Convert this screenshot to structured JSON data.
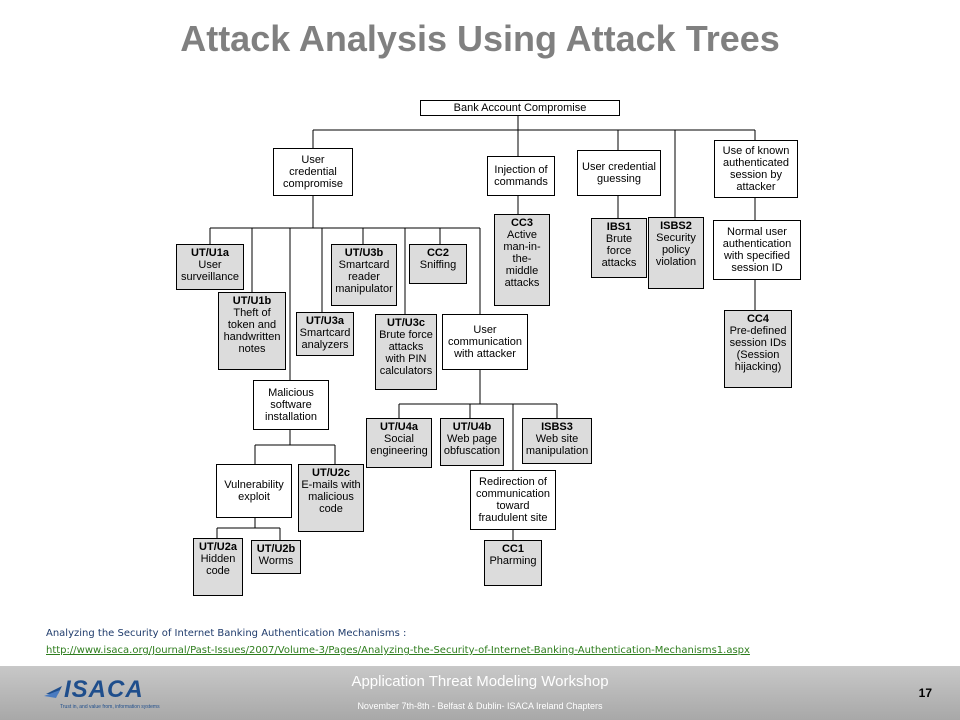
{
  "slide": {
    "title": "Attack Analysis Using Attack Trees",
    "page_number": "17"
  },
  "diagram": {
    "nodes": {
      "root": "Bank Account Compromise",
      "ucc": "User\ncredential\ncompromise",
      "inj": "Injection of\ncommands",
      "ucg": "User credential\nguessing",
      "uka": "Use of known\nauthenticated\nsession by\nattacker",
      "u1a": "UT/U1a\nUser\nsurveillance",
      "u1b": "UT/U1b\nTheft of\ntoken and\nhandwritten\nnotes",
      "u3a": "UT/U3a\nSmartcard\nanalyzers",
      "u3b": "UT/U3b\nSmartcard\nreader\nmanipulator",
      "cc2": "CC2\nSniffing",
      "cc3": "CC3\nActive\nman-in-\nthe-\nmiddle\nattacks",
      "ibs1": "IBS1\nBrute\nforce\nattacks",
      "isbs2": "ISBS2\nSecurity\npolicy\nviolation",
      "nua": "Normal user\nauthentication\nwith specified\nsession ID",
      "cc4": "CC4\nPre-defined\nsession IDs\n(Session\nhijacking)",
      "u3c": "UT/U3c\nBrute force\nattacks\nwith PIN\ncalculators",
      "uca": "User\ncommunication\nwith attacker",
      "mal": "Malicious\nsoftware\ninstallation",
      "u4a": "UT/U4a\nSocial\nengineering",
      "u4b": "UT/U4b\nWeb page\nobfuscation",
      "isbs3": "ISBS3\nWeb site\nmanipulation",
      "vul": "Vulnerability\nexploit",
      "u2c": "UT/U2c\nE-mails with\nmalicious\ncode",
      "red": "Redirection of\ncommunication\ntoward\nfraudulent site",
      "u2a": "UT/U2a\nHidden\ncode",
      "u2b": "UT/U2b\nWorms",
      "cc1": "CC1\nPharming"
    }
  },
  "reference": {
    "caption": "Analyzing the Security of Internet Banking Authentication Mechanisms :",
    "url": "http://www.isaca.org/Journal/Past-Issues/2007/Volume-3/Pages/Analyzing-the-Security-of-Internet-Banking-Authentication-Mechanisms1.aspx"
  },
  "footer": {
    "title": "Application Threat Modeling Workshop",
    "subtitle": "November 7th-8th - Belfast & Dublin- ISACA Ireland Chapters",
    "logo_text": "ISACA",
    "logo_tagline": "Trust in, and value from, information systems"
  },
  "colors": {
    "title": "#808080",
    "leaf_fill": "#dcdcdc",
    "link": "#2e7d1d",
    "footer": "#b4b4b4"
  }
}
